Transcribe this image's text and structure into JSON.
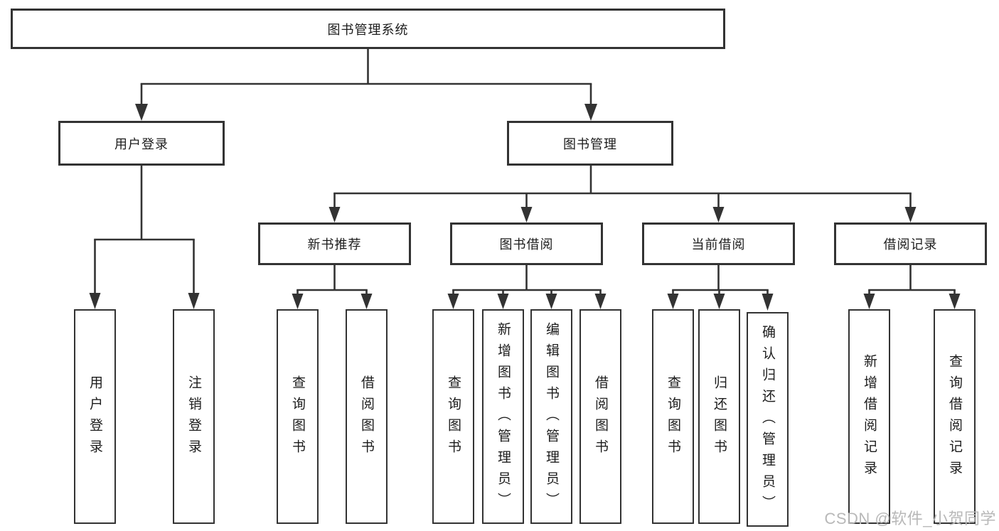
{
  "tree": {
    "root": {
      "label": "图书管理系统",
      "children": [
        {
          "label": "用户登录",
          "children": [
            {
              "label": "用户登录"
            },
            {
              "label": "注销登录"
            }
          ]
        },
        {
          "label": "图书管理",
          "children": [
            {
              "label": "新书推荐",
              "children": [
                {
                  "label": "查询图书"
                },
                {
                  "label": "借阅图书"
                }
              ]
            },
            {
              "label": "图书借阅",
              "children": [
                {
                  "label": "查询图书"
                },
                {
                  "label": "新增图书（管理员）"
                },
                {
                  "label": "编辑图书（管理员）"
                },
                {
                  "label": "借阅图书"
                }
              ]
            },
            {
              "label": "当前借阅",
              "children": [
                {
                  "label": "查询图书"
                },
                {
                  "label": "归还图书"
                },
                {
                  "label": "确认归还（管理员）"
                }
              ]
            },
            {
              "label": "借阅记录",
              "children": [
                {
                  "label": "新增借阅记录"
                },
                {
                  "label": "查询借阅记录"
                }
              ]
            }
          ]
        }
      ]
    }
  },
  "watermark": "CSDN @软件_小贺同学",
  "colors": {
    "line": "#333333",
    "text": "#1c1c1c",
    "watermark": "#b8b8b8",
    "background": "#ffffff"
  }
}
